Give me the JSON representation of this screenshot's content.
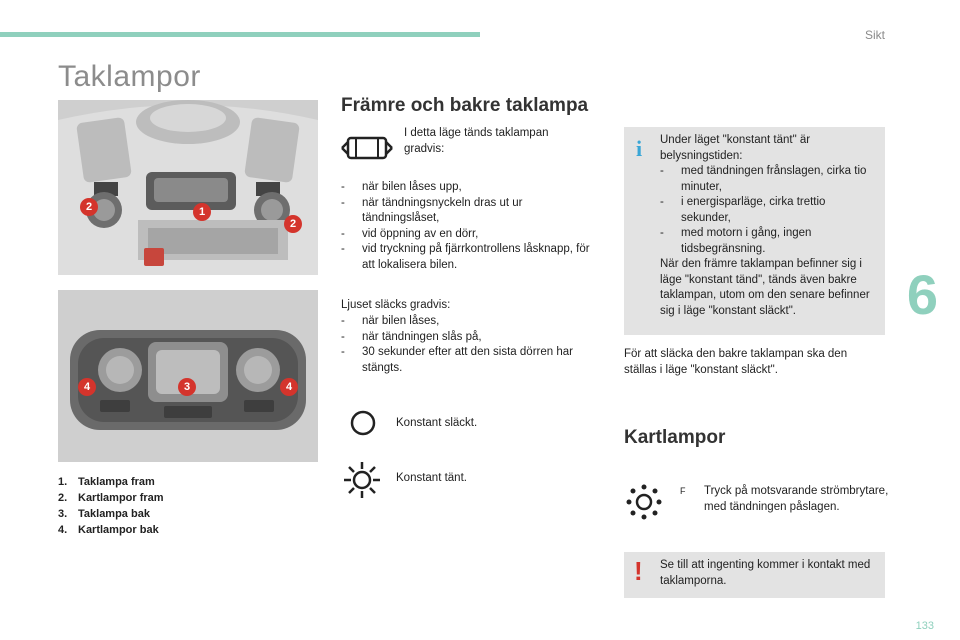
{
  "header": {
    "section": "Sikt",
    "page_title": "Taklampor",
    "chapter": "6"
  },
  "photo_top": {
    "callouts": [
      "2",
      "1",
      "2"
    ]
  },
  "photo_bottom": {
    "callouts": [
      "4",
      "3",
      "4"
    ]
  },
  "legend": [
    {
      "num": "1.",
      "label": "Taklampa fram"
    },
    {
      "num": "2.",
      "label": "Kartlampor fram"
    },
    {
      "num": "3.",
      "label": "Taklampa bak"
    },
    {
      "num": "4.",
      "label": "Kartlampor bak"
    }
  ],
  "front_rear": {
    "heading": "Främre och bakre taklampa",
    "door_mode_text": "I detta läge tänds taklampan gradvis:",
    "on_list": [
      "när bilen låses upp,",
      "när tändningsnyckeln dras ut ur tändningslåset,",
      "vid öppning av en dörr,",
      "vid tryckning på fjärrkontrollens låsknapp, för att lokalisera bilen."
    ],
    "off_intro": "Ljuset släcks gradvis:",
    "off_list": [
      "när bilen låses,",
      "när tändningen slås på,",
      "30 sekunder efter att den sista dörren har stängts."
    ],
    "mode_off": "Konstant släckt.",
    "mode_on": "Konstant tänt."
  },
  "info": {
    "icon": "i",
    "intro": "Under läget \"konstant tänt\" är belysningstiden:",
    "list": [
      "med tändningen frånslagen, cirka tio minuter,",
      "i energisparläge, cirka trettio sekunder,",
      "med motorn i gång, ingen tidsbegränsning."
    ],
    "outro": "När den främre taklampan befinner sig i läge \"konstant tänd\", tänds även bakre taklampan, utom om den senare befinner sig i läge \"konstant släckt\"."
  },
  "rear_off_note": "För att släcka den bakre taklampan ska den ställas i läge \"konstant släckt\".",
  "map_lamps": {
    "heading": "Kartlampor",
    "bullet": "F",
    "text": "Tryck på motsvarande strömbrytare, med tändningen påslagen."
  },
  "warning": {
    "icon": "!",
    "text": "Se till att ingenting kommer i kontakt med taklamporna."
  },
  "page_number": "133",
  "colors": {
    "accent": "#8fd0bd",
    "info": "#3aa6d6",
    "warning": "#d4342c",
    "callout": "#d4342c"
  }
}
